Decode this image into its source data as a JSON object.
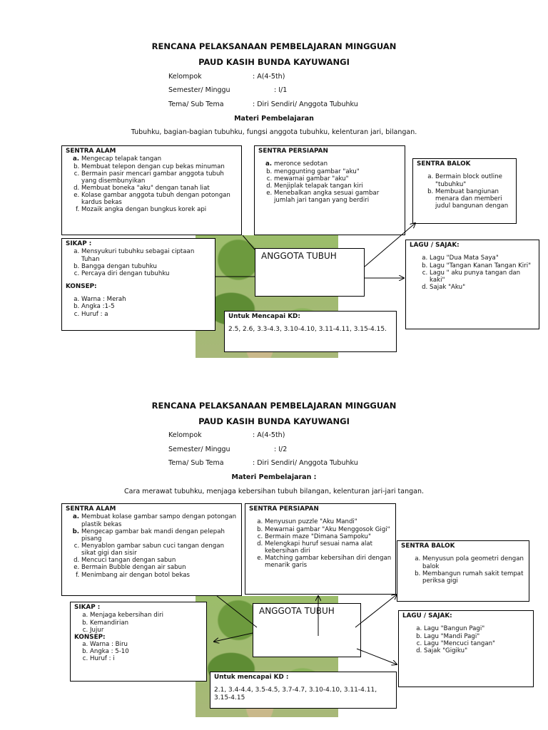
{
  "plan1": {
    "title": "RENCANA PELAKSANAAN PEMBELAJARAN MINGGUAN",
    "school": "PAUD KASIH BUNDA KAYUWANGI",
    "kelompok_label": "Kelompok",
    "kelompok_value": ": A(4-5th)",
    "semester_label": "Semester/ Minggu",
    "semester_value": ": I/1",
    "tema_label": "Tema/ Sub Tema",
    "tema_value": ": Diri Sendiri/ Anggota Tubuhku",
    "materi_label": "Materi Pembelajaran",
    "materi_text": "Tubuhku, bagian-bagian tubuhku, fungsi anggota tubuhku, kelenturan jari, bilangan.",
    "sentra_alam": {
      "heading": "SENTRA ALAM",
      "items": [
        "Mengecap telapak tangan",
        "Membuat telepon dengan cup bekas minuman",
        "Bermain pasir mencari gambar anggota tubuh yang disembunyikan",
        "Membuat boneka \"aku\" dengan tanah liat",
        "Kolase gambar anggota tubuh dengan potongan kardus bekas",
        "Mozaik angka dengan bungkus korek api"
      ]
    },
    "sentra_persiapan": {
      "heading": "SENTRA PERSIAPAN",
      "items": [
        "meronce sedotan",
        "menggunting gambar \"aku\"",
        "mewarnai gambar \"aku\"",
        "Menjiplak telapak tangan kiri",
        "Menebalkan angka sesuai gambar jumlah jari tangan yang berdiri"
      ]
    },
    "sentra_balok": {
      "heading": "SENTRA BALOK",
      "items": [
        "Bermain block outline \"tubuhku\"",
        "Membuat bangiunan menara dan memberi judul bangunan dengan"
      ]
    },
    "sikap": {
      "heading": "SIKAP :",
      "items": [
        "Mensyukuri tubuhku sebagai ciptaan Tuhan",
        "Bangga dengan tubuhku",
        "Percaya diri dengan tubuhku"
      ],
      "konsep_heading": "KONSEP:",
      "konsep_items": [
        "Warna : Merah",
        "Angka :1-5",
        "Huruf : a"
      ]
    },
    "center": "ANGGOTA TUBUH",
    "lagu": {
      "heading": "LAGU / SAJAK:",
      "items": [
        "Lagu  \"Dua Mata Saya\"",
        "Lagu \"Tangan Kanan Tangan Kiri\"",
        "Lagu \" aku punya tangan dan kaki\"",
        "Sajak \"Aku\""
      ]
    },
    "kd": {
      "heading": "Untuk Mencapai KD:",
      "text": "2.5, 2.6, 3.3-4.3, 3.10-4.10, 3.11-4.11, 3.15-4.15."
    }
  },
  "plan2": {
    "title": "RENCANA PELAKSANAAN PEMBELAJARAN MINGGUAN",
    "school": "PAUD KASIH BUNDA KAYUWANGI",
    "kelompok_label": "Kelompok",
    "kelompok_value": ": A(4-5th)",
    "semester_label": "Semester/ Minggu",
    "semester_value": ": I/2",
    "tema_label": "Tema/ Sub Tema",
    "tema_value": ": Diri Sendiri/ Anggota Tubuhku",
    "materi_label": "Materi Pembelajaran :",
    "materi_text": "Cara merawat tubuhku, menjaga kebersihan tubuh bilangan, kelenturan jari-jari tangan.",
    "sentra_alam": {
      "heading": "SENTRA ALAM",
      "items": [
        "Membuat kolase gambar sampo dengan potongan plastik bekas",
        "Mengecap gambar bak mandi dengan pelepah pisang",
        "Menyablon gambar sabun cuci tangan dengan sikat gigi dan sisir",
        "Mencuci tangan dengan sabun",
        "Bermain Bubble dengan air sabun",
        "Menimbang air dengan botol bekas"
      ]
    },
    "sentra_persiapan": {
      "heading": "SENTRA PERSIAPAN",
      "items": [
        "Menyusun puzzle \"Aku Mandi\"",
        "Mewarnai gambar \"Aku Menggosok Gigi\"",
        "Bermain maze \"Dimana Sampoku\"",
        "Melengkapi huruf sesuai nama alat kebersihan diri",
        "Matching gambar kebersihan diri dengan menarik garis"
      ]
    },
    "sentra_balok": {
      "heading": "SENTRA BALOK",
      "items": [
        "Menyusun pola geometri dengan balok",
        "Membangun rumah sakit tempat periksa gigi"
      ]
    },
    "sikap": {
      "heading": "SIKAP :",
      "items": [
        "Menjaga kebersihan diri",
        "Kemandirian",
        "Jujur"
      ],
      "konsep_heading": "KONSEP:",
      "konsep_items": [
        "Warna : Biru",
        "Angka : 5-10",
        "Huruf : i"
      ]
    },
    "center": "ANGGOTA TUBUH",
    "lagu": {
      "heading": "LAGU / SAJAK:",
      "items": [
        "Lagu  \"Bangun Pagi\"",
        "Lagu \"Mandi Pagi\"",
        "Lagu \"Mencuci tangan\"",
        "Sajak \"Gigiku\""
      ]
    },
    "kd": {
      "heading": "Untuk mencapai KD :",
      "text": "2.1, 3.4-4.4, 3.5-4.5, 3.7-4.7, 3.10-4.10, 3.11-4.11, 3.15-4.15"
    }
  }
}
